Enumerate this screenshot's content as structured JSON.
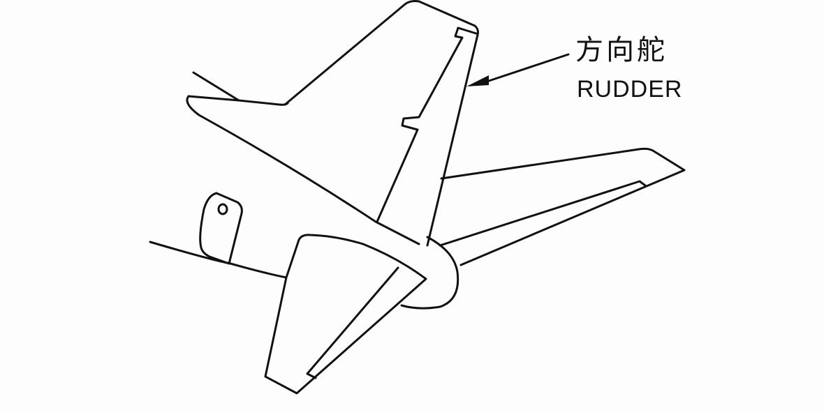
{
  "diagram": {
    "subject": "aircraft tail section (empennage)",
    "callout": {
      "label_cn": "方向舵",
      "label_en": "RUDDER",
      "points_to": "rudder-trailing-edge-of-vertical-stabilizer"
    },
    "components": [
      "vertical-stabilizer",
      "rudder",
      "rudder-tab",
      "left-horizontal-stabilizer",
      "left-elevator",
      "right-horizontal-stabilizer",
      "right-elevator",
      "tail-cone",
      "fuselage",
      "access-door"
    ],
    "colors": {
      "background": "#fdfdfd",
      "stroke": "#111111"
    }
  }
}
